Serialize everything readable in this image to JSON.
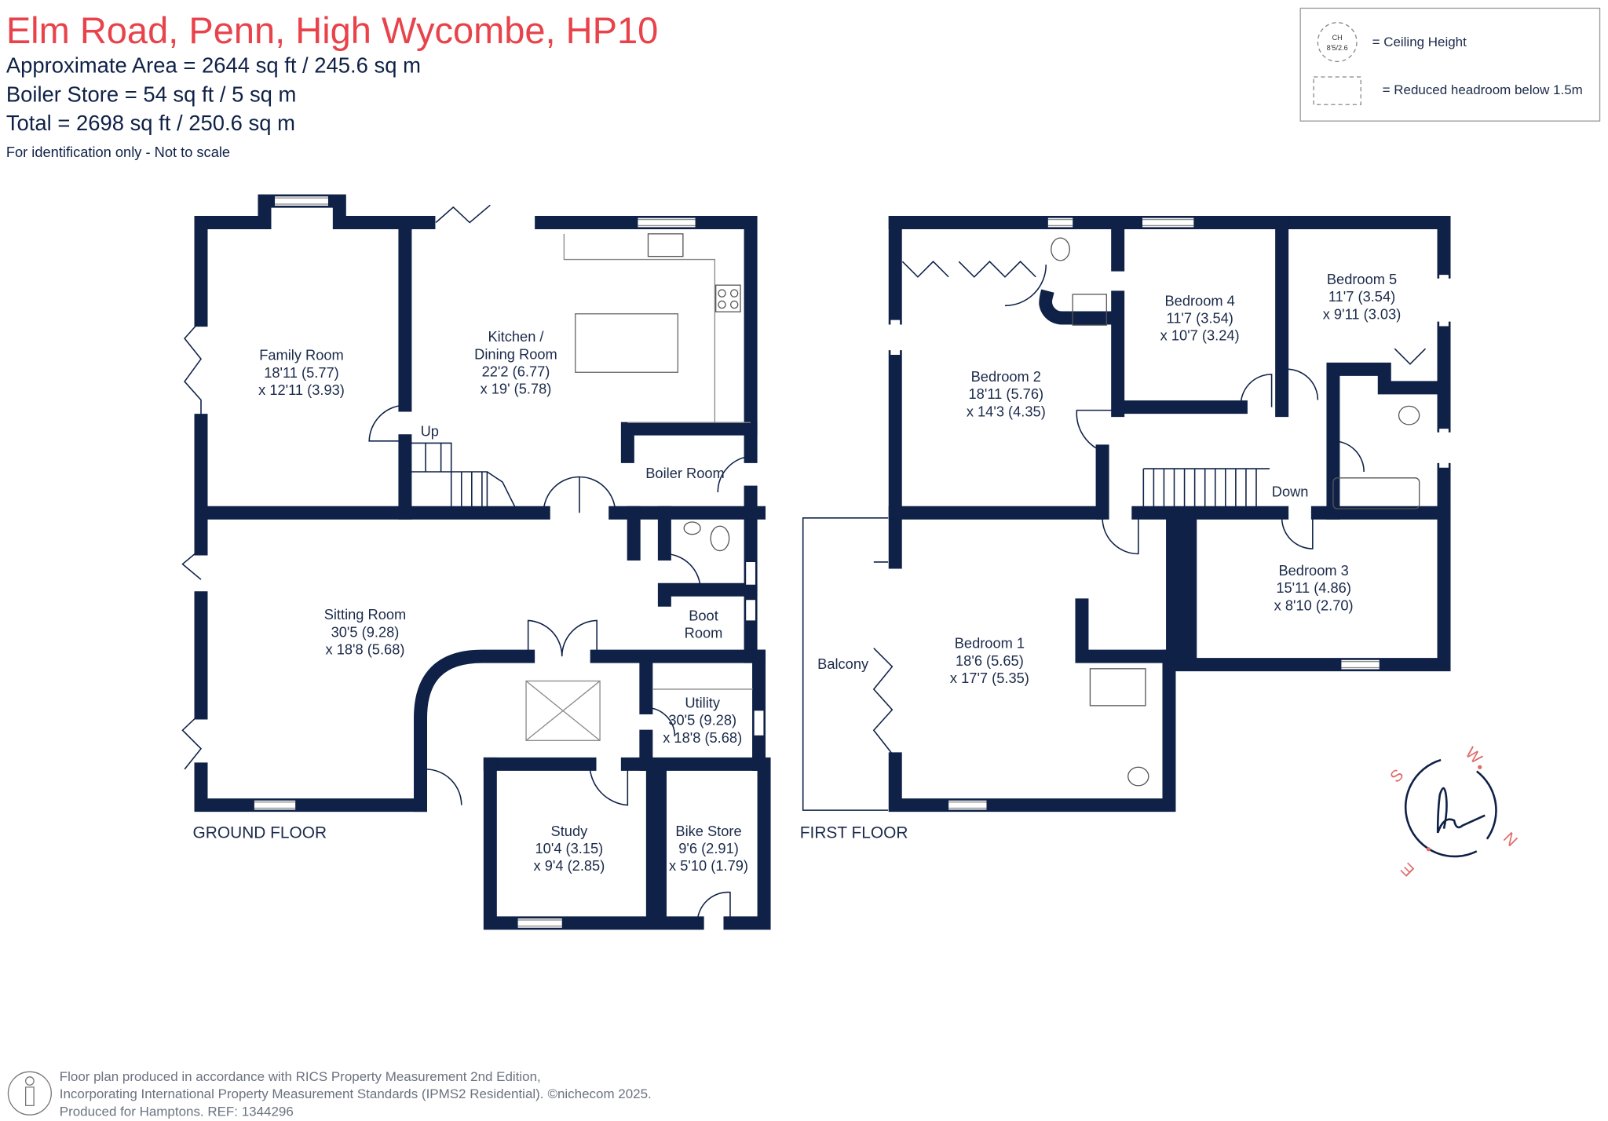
{
  "header": {
    "title": "Elm Road, Penn, High Wycombe, HP10",
    "area_lines": [
      "Approximate Area = 2644 sq ft / 245.6 sq m",
      "Boiler Store = 54 sq ft / 5 sq m",
      "Total = 2698 sq ft / 250.6 sq m"
    ],
    "note": "For identification only - Not to scale"
  },
  "legend": {
    "ch_symbol": "CH",
    "ch_value": "8'5/2.6",
    "ceiling_height": "= Ceiling Height",
    "reduced_headroom": "= Reduced headroom below 1.5m"
  },
  "ground_floor": {
    "label": "GROUND FLOOR",
    "up_label": "Up",
    "rooms": {
      "family": [
        "Family Room",
        "18'11 (5.77)",
        "x 12'11 (3.93)"
      ],
      "kitchen": [
        "Kitchen /",
        "Dining Room",
        "22'2 (6.77)",
        "x 19' (5.78)"
      ],
      "boiler": [
        "Boiler Room"
      ],
      "sitting": [
        "Sitting Room",
        "30'5 (9.28)",
        "x 18'8 (5.68)"
      ],
      "boot": [
        "Boot",
        "Room"
      ],
      "utility": [
        "Utility",
        "30'5 (9.28)",
        "x 18'8 (5.68)"
      ],
      "study": [
        "Study",
        "10'4 (3.15)",
        "x 9'4 (2.85)"
      ],
      "bike": [
        "Bike Store",
        "9'6 (2.91)",
        "x 5'10 (1.79)"
      ]
    }
  },
  "first_floor": {
    "label": "FIRST FLOOR",
    "down_label": "Down",
    "rooms": {
      "bed2": [
        "Bedroom 2",
        "18'11 (5.76)",
        "x 14'3 (4.35)"
      ],
      "bed4": [
        "Bedroom 4",
        "11'7 (3.54)",
        "x 10'7 (3.24)"
      ],
      "bed5": [
        "Bedroom 5",
        "11'7 (3.54)",
        "x 9'11 (3.03)"
      ],
      "bed1": [
        "Bedroom 1",
        "18'6 (5.65)",
        "x 17'7 (5.35)"
      ],
      "bed3": [
        "Bedroom 3",
        "15'11 (4.86)",
        "x 8'10 (2.70)"
      ],
      "balcony": [
        "Balcony"
      ]
    }
  },
  "compass": {
    "letters": [
      "S",
      "W",
      "N",
      "E"
    ],
    "logo": "h"
  },
  "footer": {
    "lines": [
      "Floor plan produced in accordance with RICS Property Measurement 2nd Edition,",
      "Incorporating International Property Measurement Standards (IPMS2 Residential).",
      "Produced for Hamptons.   REF:  1344296"
    ],
    "copyright": "©nichecom 2025."
  },
  "colors": {
    "title": "#e8434b",
    "walls": "#0f2147",
    "compass": "#e06a6a"
  }
}
